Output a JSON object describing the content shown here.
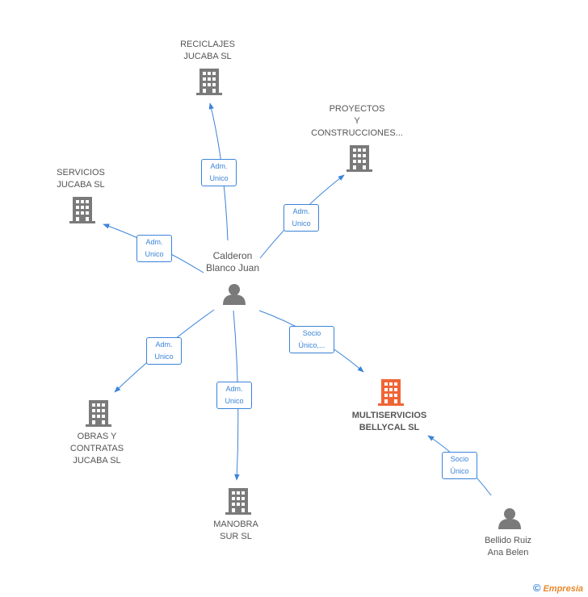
{
  "colors": {
    "edge": "#3b83d9",
    "company": "#7a7a7a",
    "main_company": "#f06536",
    "person": "#7a7a7a"
  },
  "nodes": {
    "calderon": {
      "line1": "Calderon",
      "line2": "Blanco Juan"
    },
    "reciclajes": {
      "line1": "RECICLAJES",
      "line2": "JUCABA  SL"
    },
    "proyectos": {
      "line1": "PROYECTOS",
      "line2": "Y",
      "line3": "CONSTRUCCIONES..."
    },
    "servicios": {
      "line1": "SERVICIOS",
      "line2": "JUCABA SL"
    },
    "obras": {
      "line1": "OBRAS Y",
      "line2": "CONTRATAS",
      "line3": "JUCABA  SL"
    },
    "manobra": {
      "line1": "MANOBRA",
      "line2": "SUR SL"
    },
    "multiservicios": {
      "line1": "MULTISERVICIOS",
      "line2": "BELLYCAL SL"
    },
    "bellido": {
      "line1": "Bellido Ruiz",
      "line2": "Ana Belen"
    }
  },
  "edges": {
    "to_reciclajes": {
      "line1": "Adm.",
      "line2": "Unico"
    },
    "to_proyectos": {
      "line1": "Adm.",
      "line2": "Unico"
    },
    "to_servicios": {
      "line1": "Adm.",
      "line2": "Unico"
    },
    "to_obras": {
      "line1": "Adm.",
      "line2": "Unico"
    },
    "to_manobra": {
      "line1": "Adm.",
      "line2": "Unico"
    },
    "to_multiservicios": {
      "line1": "Socio",
      "line2": "Único,..."
    },
    "bellido_to_multiservicios": {
      "line1": "Socio",
      "line2": "Único"
    }
  },
  "footer": {
    "copyright": "©",
    "brand": "Empresia"
  }
}
